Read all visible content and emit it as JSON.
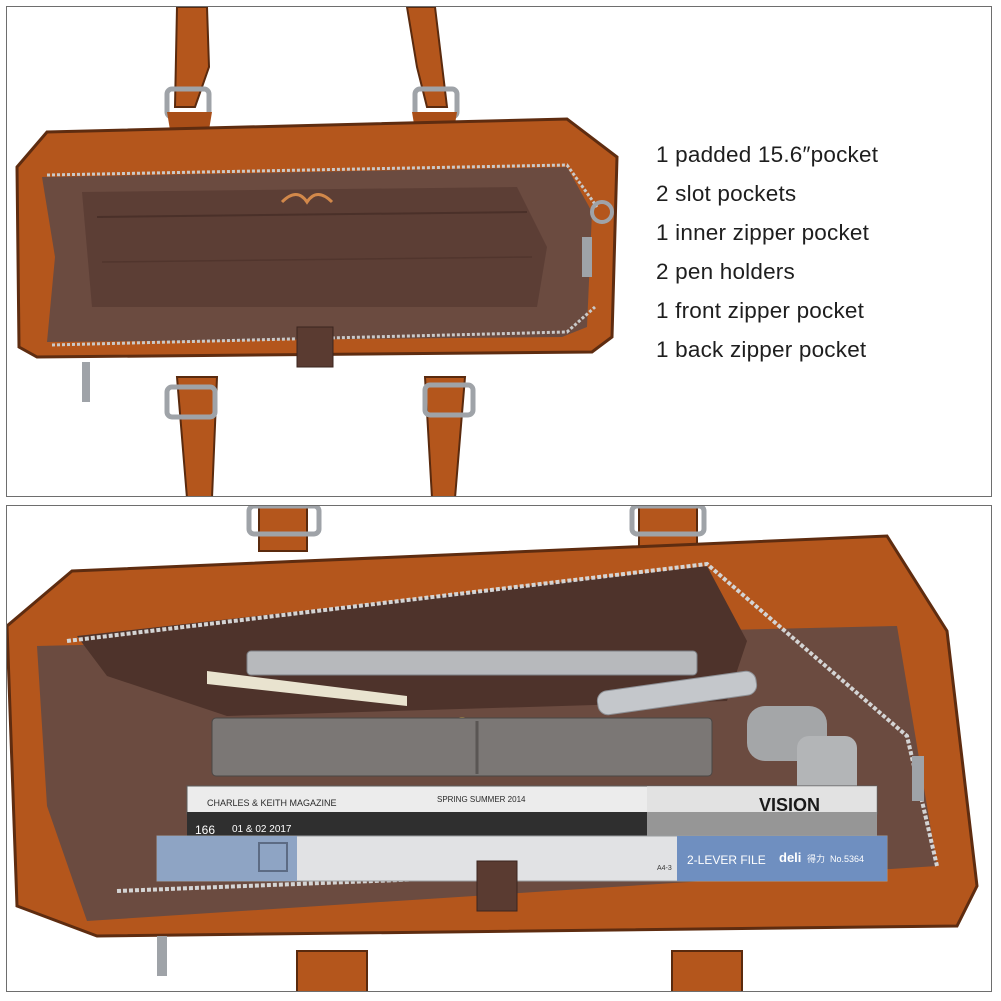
{
  "features": [
    "1 padded 15.6″pocket",
    "2 slot pockets",
    "1 inner zipper pocket",
    "2 pen holders",
    "1 front zipper pocket",
    "1 back zipper pocket"
  ],
  "colors": {
    "leather": "#b4561c",
    "leather_dark": "#7a3410",
    "lining": "#6b4b40",
    "lining_dark": "#4a3029",
    "metal": "#b9bcc0"
  },
  "books": {
    "magazine_top": "CHARLES & KEITH MAGAZINE",
    "magazine_season": "SPRING SUMMER 2014",
    "magazine_vision": "VISION",
    "magazine_spine": "166",
    "magazine_issue": "01 & 02  2017",
    "file_label": "2-LEVER FILE",
    "file_brand": "deli",
    "file_brand_cn": "得力",
    "file_number": "No.5364",
    "file_size": "A4-3"
  }
}
